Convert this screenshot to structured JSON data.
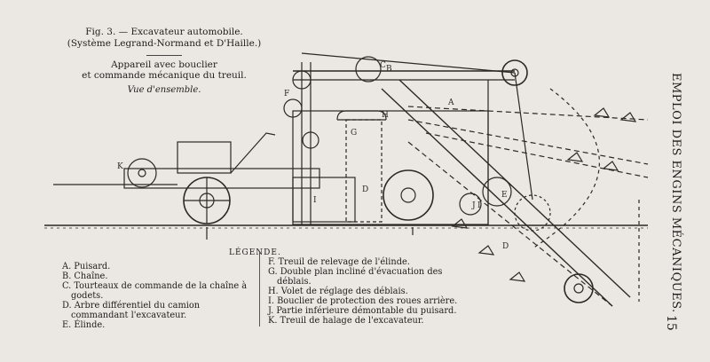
{
  "caption": {
    "figure": "Fig. 3. — Excavateur automobile.",
    "system": "(Système Legrand-Normand et D'Haille.)",
    "description_line1": "Appareil avec bouclier",
    "description_line2": "et commande mécanique du treuil.",
    "view": "Vue d'ensemble."
  },
  "side_title": "EMPLOI DES ENGINS MÉCANIQUES.",
  "page_number": "15",
  "drawing_labels": [
    "A",
    "B",
    "C",
    "D",
    "E",
    "F",
    "G",
    "H",
    "I",
    "J",
    "K",
    "I",
    "D"
  ],
  "legend": {
    "title": "LÉGENDE.",
    "left_items": [
      "A. Puisard.",
      "B. Chaîne.",
      "C. Tourteaux de commande de la chaîne à godets.",
      "D. Arbre différentiel du camion commandant l'excavateur.",
      "E. Élinde."
    ],
    "right_items": [
      "F. Treuil de relevage de l'élinde.",
      "G. Double plan incliné d'évacuation des déblais.",
      "H. Volet de réglage des déblais.",
      "I. Bouclier de protection des roues arrière.",
      "J. Partie inférieure démontable du puisard.",
      "K. Treuil de halage de l'excavateur."
    ]
  }
}
